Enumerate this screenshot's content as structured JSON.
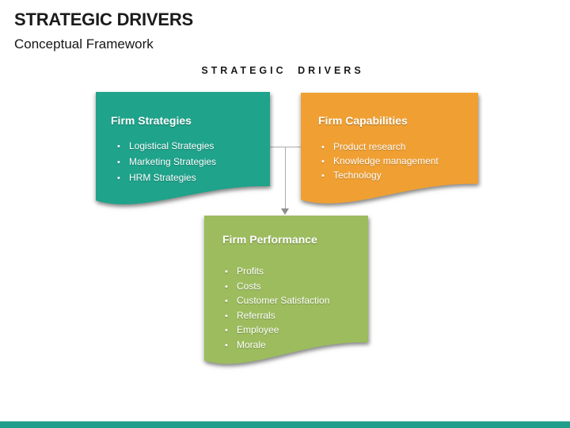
{
  "slide": {
    "title": "STRATEGIC DRIVERS",
    "subtitle": "Conceptual Framework",
    "diagram_heading": "STRATEGIC DRIVERS"
  },
  "boxes": [
    {
      "id": "firm-strategies",
      "title": "Firm Strategies",
      "color": "#1FA38B",
      "items": [
        "Logistical Strategies",
        "Marketing Strategies",
        "HRM Strategies"
      ]
    },
    {
      "id": "firm-capabilities",
      "title": "Firm Capabilities",
      "color": "#F0A033",
      "items": [
        "Product research",
        "Knowledge management",
        "Technology"
      ]
    },
    {
      "id": "firm-performance",
      "title": "Firm Performance",
      "color": "#9CBC5E",
      "items": [
        "Profits",
        "Costs",
        "Customer Satisfaction",
        "Referrals",
        "Employee",
        "Morale"
      ]
    }
  ],
  "colors": {
    "footer_bar": "#1F9E8B",
    "connector": "#ABABAB",
    "arrow": "#8F8F8F",
    "title_text": "#1B1B1B"
  }
}
